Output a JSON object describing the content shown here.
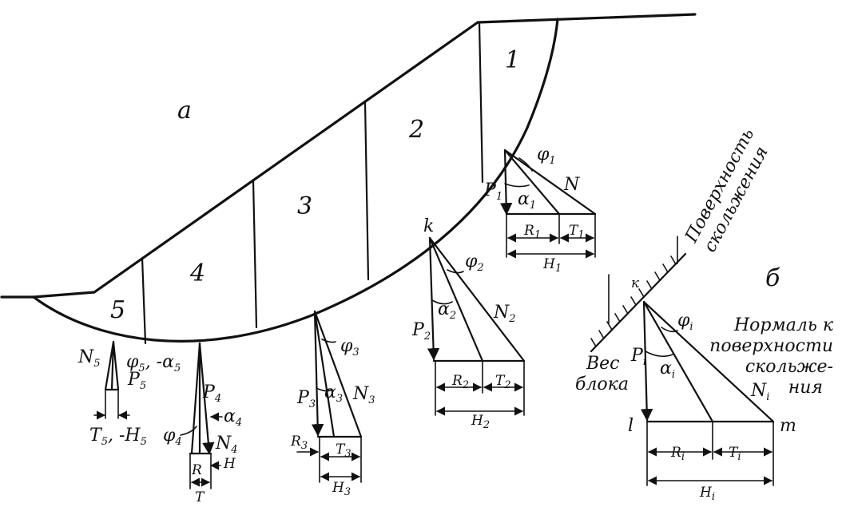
{
  "labels": {
    "panel_a": "а",
    "panel_b": "б",
    "block_1": "1",
    "block_2": "2",
    "block_3": "3",
    "block_4": "4",
    "block_5": "5",
    "point_k_a": "k",
    "point_k_b": "к",
    "point_l": "l",
    "point_m": "m"
  },
  "forces": {
    "b1": {
      "P": "P",
      "P_sub": "1",
      "alpha": "α",
      "alpha_sub": "1",
      "phi": "φ",
      "phi_sub": "1",
      "N": "N",
      "R": "R",
      "R_sub": "1",
      "T": "T",
      "T_sub": "1",
      "H": "H",
      "H_sub": "1"
    },
    "b2": {
      "P": "P",
      "P_sub": "2",
      "alpha": "α",
      "alpha_sub": "2",
      "phi": "φ",
      "phi_sub": "2",
      "N": "N",
      "N_sub": "2",
      "R": "R",
      "R_sub": "2",
      "T": "T",
      "T_sub": "2",
      "H": "H",
      "H_sub": "2"
    },
    "b3": {
      "P": "P",
      "P_sub": "3",
      "alpha": "α",
      "alpha_sub": "3",
      "phi": "φ",
      "phi_sub": "3",
      "N": "N",
      "N_sub": "3",
      "R": "R",
      "R_sub": "3",
      "T": "T",
      "T_sub": "3",
      "H": "H",
      "H_sub": "3"
    },
    "b4": {
      "P": "P",
      "P_sub": "4",
      "alpha": "α",
      "alpha_sub": "4",
      "phi": "φ",
      "phi_sub": "4",
      "N": "N",
      "N_sub": "4",
      "R": "R",
      "T": "T",
      "H": "H"
    },
    "b5": {
      "N": "N",
      "N_sub": "5",
      "phi_alpha": "φ",
      "phi_sub": "5",
      "minus_alpha": ", -α",
      "alpha_sub": "5",
      "P": "P",
      "P_sub": "5",
      "T": "T",
      "T_sub": "5",
      "minus_H": ", -H",
      "H_sub": "5"
    },
    "bi": {
      "P": "P",
      "P_sub": "i",
      "alpha": "α",
      "alpha_sub": "i",
      "phi": "φ",
      "phi_sub": "i",
      "N": "N",
      "N_sub": "i",
      "R": "R",
      "R_sub": "i",
      "T": "T",
      "T_sub": "i",
      "H": "H",
      "H_sub": "i"
    }
  },
  "captions": {
    "surface_line1": "Поверхность",
    "surface_line2": "скольжения",
    "normal_line1": "Нормаль к",
    "normal_line2": "поверхности",
    "normal_line3": "скольже-",
    "normal_line4": "ния",
    "weight_line1": "Вес",
    "weight_line2": "блока"
  }
}
